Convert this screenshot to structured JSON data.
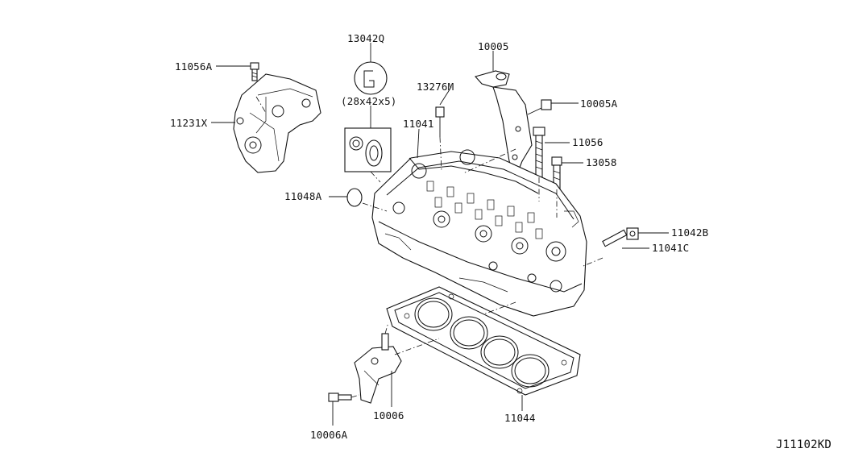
{
  "labels": {
    "p13042Q": "13042Q",
    "p13042Q_size": "(28x42x5)",
    "p10005": "10005",
    "p11056A": "11056A",
    "p11231X": "11231X",
    "p13276M": "13276M",
    "p10005A": "10005A",
    "p11041": "11041",
    "p11056": "11056",
    "p13058": "13058",
    "p11048A": "11048A",
    "p11042B": "11042B",
    "p11041C": "11041C",
    "p10006": "10006",
    "p10006A": "10006A",
    "p11044": "11044",
    "diagram_code": "J11102KD"
  }
}
